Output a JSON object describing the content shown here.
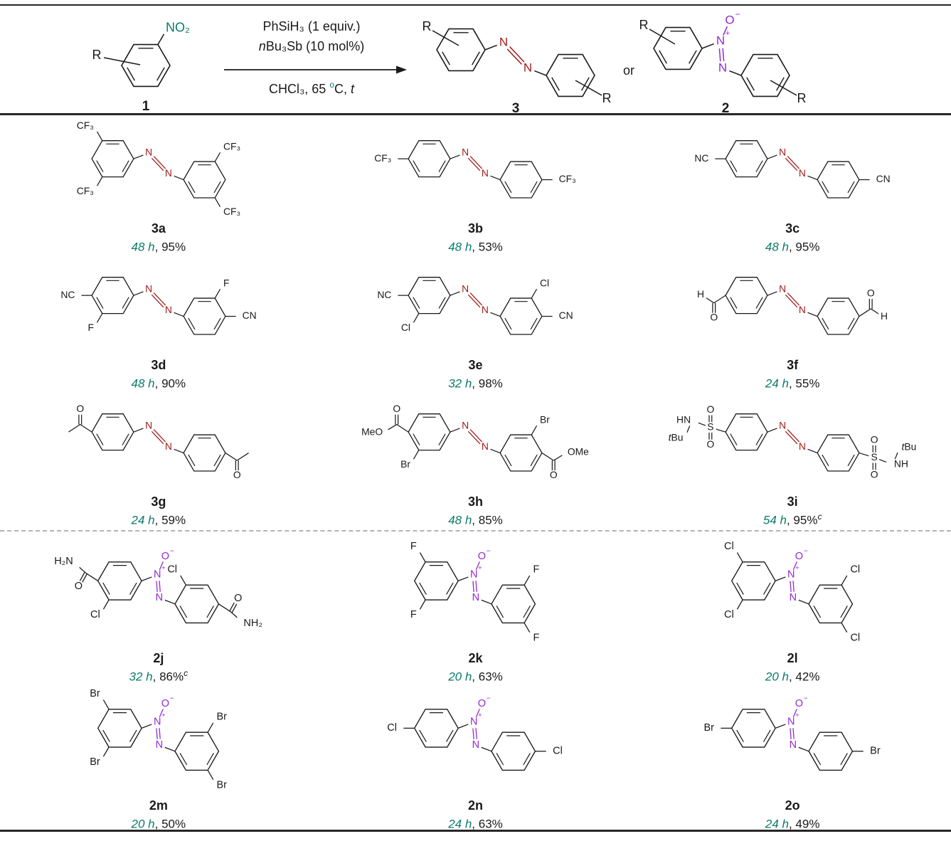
{
  "colors": {
    "bond": "#1a1a1a",
    "azo": "#9e1a1a",
    "azoxy": "#9228d4",
    "teal": "#0c7a6b"
  },
  "labels": {
    "N": "N",
    "O": "O",
    "H": "H",
    "S": "S",
    "plus": "+",
    "minus": "−",
    "OMe": "OMe",
    "MeO": "MeO",
    "NH": "NH",
    "HN": "HN",
    "NH2": "NH₂",
    "H2N": "H₂N",
    "tBu": "tBu"
  },
  "caption_sep": ", ",
  "scheme": {
    "r": "R",
    "no2": "NO₂",
    "n_reactant": "1",
    "n_azo": "3",
    "n_azoxy": "2",
    "or_label": "or",
    "line1_parts": [
      {
        "t": "PhSiH₃ (1 equiv.)"
      }
    ],
    "line2_parts": [
      {
        "t": "n",
        "i": true
      },
      {
        "t": "Bu₃Sb (10 mol%)"
      }
    ],
    "line3_parts": [
      {
        "t": "CHCl₃, 65 "
      },
      {
        "t": "o",
        "sup": true,
        "c": "teal"
      },
      {
        "t": "C, "
      },
      {
        "t": "t",
        "i": true
      }
    ]
  },
  "compounds": [
    {
      "id": "3a",
      "bridge": "azo",
      "time": "48 h",
      "yield": "95%",
      "sup": "",
      "left": [
        {
          "a": 120,
          "t": "CF₃"
        },
        {
          "a": 240,
          "t": "CF₃"
        }
      ],
      "right": [
        {
          "a": 60,
          "t": "CF₃"
        },
        {
          "a": 300,
          "t": "CF₃"
        }
      ],
      "lg": [],
      "rg": []
    },
    {
      "id": "3b",
      "bridge": "azo",
      "time": "48 h",
      "yield": "53%",
      "sup": "",
      "left": [
        {
          "a": 180,
          "t": "CF₃"
        }
      ],
      "right": [
        {
          "a": 0,
          "t": "CF₃"
        }
      ],
      "lg": [],
      "rg": []
    },
    {
      "id": "3c",
      "bridge": "azo",
      "time": "48 h",
      "yield": "95%",
      "sup": "",
      "left": [
        {
          "a": 180,
          "t": "NC"
        }
      ],
      "right": [
        {
          "a": 0,
          "t": "CN"
        }
      ],
      "lg": [],
      "rg": []
    },
    {
      "id": "3d",
      "bridge": "azo",
      "time": "48 h",
      "yield": "90%",
      "sup": "",
      "left": [
        {
          "a": 180,
          "t": "NC"
        },
        {
          "a": 240,
          "t": "F"
        }
      ],
      "right": [
        {
          "a": 60,
          "t": "F"
        },
        {
          "a": 0,
          "t": "CN"
        }
      ],
      "lg": [],
      "rg": []
    },
    {
      "id": "3e",
      "bridge": "azo",
      "time": "32 h",
      "yield": "98%",
      "sup": "",
      "left": [
        {
          "a": 180,
          "t": "NC"
        },
        {
          "a": 240,
          "t": "Cl"
        }
      ],
      "right": [
        {
          "a": 60,
          "t": "Cl"
        },
        {
          "a": 0,
          "t": "CN"
        }
      ],
      "lg": [],
      "rg": []
    },
    {
      "id": "3f",
      "bridge": "azo",
      "time": "24 h",
      "yield": "55%",
      "sup": "",
      "left": [],
      "right": [],
      "lg": [
        "cho"
      ],
      "rg": [
        "cho"
      ]
    },
    {
      "id": "3g",
      "bridge": "azo",
      "time": "24 h",
      "yield": "59%",
      "sup": "",
      "left": [],
      "right": [],
      "lg": [
        "acyl"
      ],
      "rg": [
        "acyl"
      ]
    },
    {
      "id": "3h",
      "bridge": "azo",
      "time": "48 h",
      "yield": "85%",
      "sup": "",
      "left": [
        {
          "a": 240,
          "t": "Br"
        }
      ],
      "right": [
        {
          "a": 60,
          "t": "Br"
        }
      ],
      "lg": [
        "ester"
      ],
      "rg": [
        "ester"
      ]
    },
    {
      "id": "3i",
      "bridge": "azo",
      "time": "54 h",
      "yield": "95%",
      "sup": "c",
      "left": [],
      "right": [],
      "lg": [
        "sulfo"
      ],
      "rg": [
        "sulfo"
      ]
    },
    {
      "id": "2j",
      "bridge": "azoxy",
      "time": "32 h",
      "yield": "86%",
      "sup": "c",
      "left": [
        {
          "a": 240,
          "t": "Cl"
        }
      ],
      "right": [
        {
          "a": 120,
          "t": "Cl"
        }
      ],
      "lg": [
        "amide"
      ],
      "rg": [
        "amide"
      ]
    },
    {
      "id": "2k",
      "bridge": "azoxy",
      "time": "20 h",
      "yield": "63%",
      "sup": "",
      "left": [
        {
          "a": 120,
          "t": "F"
        },
        {
          "a": 240,
          "t": "F"
        }
      ],
      "right": [
        {
          "a": 60,
          "t": "F"
        },
        {
          "a": 300,
          "t": "F"
        }
      ],
      "lg": [],
      "rg": []
    },
    {
      "id": "2l",
      "bridge": "azoxy",
      "time": "20 h",
      "yield": "42%",
      "sup": "",
      "left": [
        {
          "a": 120,
          "t": "Cl"
        },
        {
          "a": 240,
          "t": "Cl"
        }
      ],
      "right": [
        {
          "a": 60,
          "t": "Cl"
        },
        {
          "a": 300,
          "t": "Cl"
        }
      ],
      "lg": [],
      "rg": []
    },
    {
      "id": "2m",
      "bridge": "azoxy",
      "time": "20 h",
      "yield": "50%",
      "sup": "",
      "left": [
        {
          "a": 120,
          "t": "Br"
        },
        {
          "a": 240,
          "t": "Br"
        }
      ],
      "right": [
        {
          "a": 60,
          "t": "Br"
        },
        {
          "a": 300,
          "t": "Br"
        }
      ],
      "lg": [],
      "rg": []
    },
    {
      "id": "2n",
      "bridge": "azoxy",
      "time": "24 h",
      "yield": "63%",
      "sup": "",
      "left": [
        {
          "a": 180,
          "t": "Cl"
        }
      ],
      "right": [
        {
          "a": 0,
          "t": "Cl"
        }
      ],
      "lg": [],
      "rg": []
    },
    {
      "id": "2o",
      "bridge": "azoxy",
      "time": "24 h",
      "yield": "49%",
      "sup": "",
      "left": [
        {
          "a": 180,
          "t": "Br"
        }
      ],
      "right": [
        {
          "a": 0,
          "t": "Br"
        }
      ],
      "lg": [],
      "rg": []
    }
  ]
}
